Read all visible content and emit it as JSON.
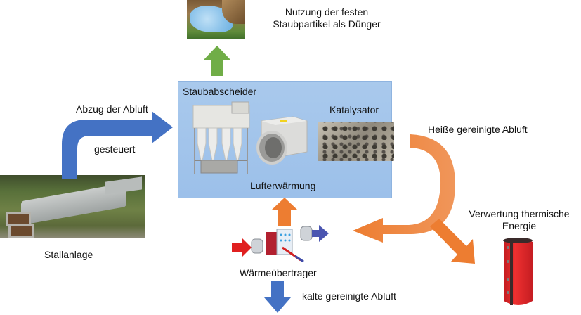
{
  "diagram": {
    "title": "",
    "nodes": {
      "fertilizer": {
        "label_line1": "Nutzung der festen",
        "label_line2": "Staubpartikel als Dünger",
        "image": "fertilizer-sack-photo"
      },
      "barn": {
        "label": "Stallanlage",
        "image": "barn-aerial-photo"
      },
      "cleaning_unit": {
        "dust_separator": {
          "label": "Staubabscheider",
          "image": "cyclone-separator-photo"
        },
        "air_heater": {
          "label": "Lufterwärmung",
          "image": "duct-heater-photo"
        },
        "catalyst": {
          "label": "Katalysator",
          "image": "metal-foam-catalyst-photo"
        }
      },
      "heat_exchanger": {
        "label": "Wärmeübertrager",
        "image": "heat-exchanger-illustration"
      },
      "thermal_storage": {
        "label_line1": "Verwertung thermische",
        "label_line2": "Energie",
        "image": "buffer-tank-photo"
      }
    },
    "edges": {
      "exhaust": {
        "label": "Abzug der Abluft",
        "sublabel": "gesteuert",
        "color": "#4472c4"
      },
      "dust_out": {
        "color": "#70ad47"
      },
      "hot_clean": {
        "label": "Heiße gereinigte Abluft",
        "color": "#ed7d31"
      },
      "heat_return": {
        "color": "#ed7d31"
      },
      "cold_clean": {
        "label": "kalte gereinigte Abluft",
        "color": "#4472c4"
      }
    },
    "colors": {
      "unit_box": "#a9c9ec",
      "blue_arrow": "#4472c4",
      "green_arrow": "#70ad47",
      "orange_arrow": "#ed7d31",
      "tank_red": "#e3262b"
    }
  }
}
